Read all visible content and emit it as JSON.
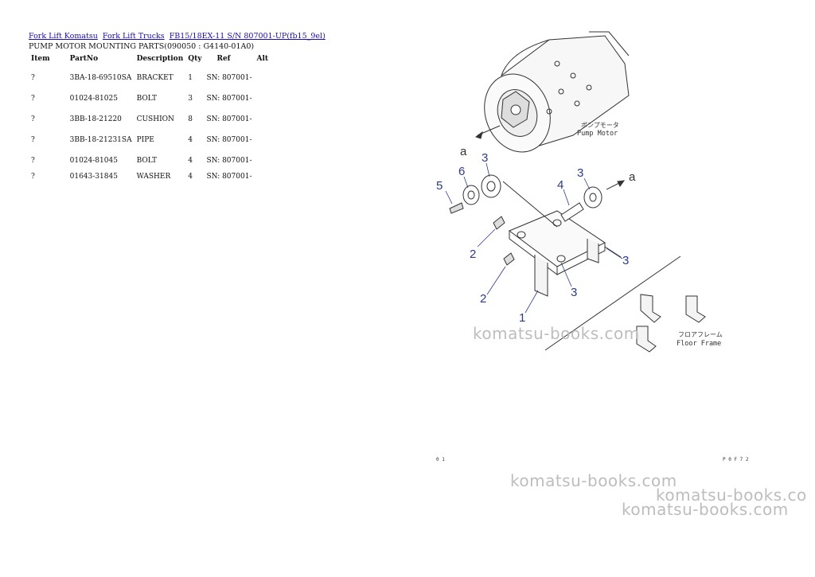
{
  "breadcrumbs": [
    {
      "label": "Fork Lift Komatsu"
    },
    {
      "label": "Fork Lift Trucks"
    },
    {
      "label": "FB15/18EX-11 S/N 807001-UP(fb15_9el)"
    }
  ],
  "subtitle": "PUMP MOTOR MOUNTING PARTS(090050 : G4140-01A0)",
  "table": {
    "headers": [
      "Item",
      "PartNo",
      "Description",
      "Qty",
      "Ref",
      "Alt"
    ],
    "rows": [
      {
        "item": "?",
        "part": "3BA-18-69510SA",
        "desc": "BRACKET",
        "qty": "1",
        "ref": "SN: 807001-"
      },
      {
        "item": "?",
        "part": "01024-81025",
        "desc": "BOLT",
        "qty": "3",
        "ref": "SN: 807001-"
      },
      {
        "item": "?",
        "part": "3BB-18-21220",
        "desc": "CUSHION",
        "qty": "8",
        "ref": "SN: 807001-"
      },
      {
        "item": "?",
        "part": "3BB-18-21231SA",
        "desc": "PIPE",
        "qty": "4",
        "ref": "SN: 807001-"
      },
      {
        "item": "?",
        "part": "01024-81045",
        "desc": "BOLT",
        "qty": "4",
        "ref": "SN: 807001-"
      },
      {
        "item": "?",
        "part": "01643-31845",
        "desc": "WASHER",
        "qty": "4",
        "ref": "SN: 807001-"
      }
    ]
  },
  "diagram": {
    "pump_jp": "ポンプモータ",
    "pump_en": "Pump Motor",
    "floor_jp": "フロアフレーム",
    "floor_en": "Floor Frame",
    "mark_a": "a",
    "callouts": [
      "5",
      "6",
      "3",
      "3",
      "4",
      "2",
      "2",
      "3",
      "3",
      "1"
    ],
    "footer_left": "0 1",
    "footer_right": "P 0 F 7 2"
  },
  "watermark": "komatsu-books.com",
  "watermark_cut": "komatsu-books.co"
}
